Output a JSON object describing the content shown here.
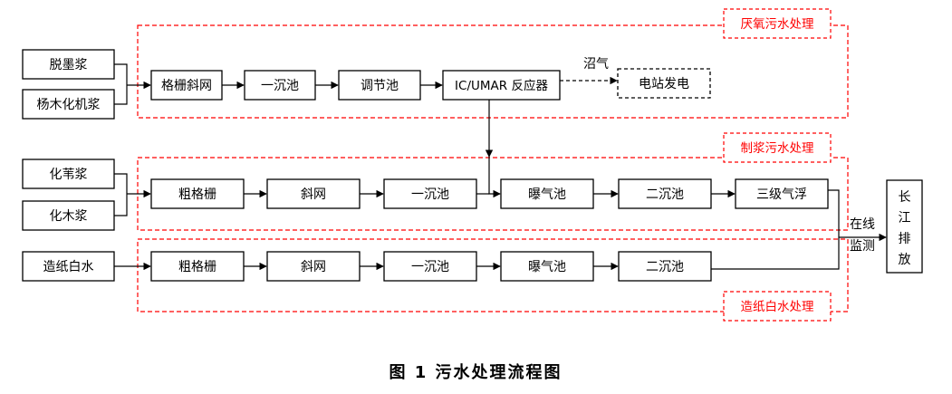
{
  "regions": {
    "anaerobic": "厌氧污水处理",
    "pulping": "制浆污水处理",
    "whitewater": "造纸白水处理"
  },
  "inputs": {
    "deinking": "脱墨浆",
    "poplar": "杨木化机浆",
    "reed": "化苇浆",
    "chem_wood": "化木浆",
    "whitewater": "造纸白水"
  },
  "anaerobic_line": {
    "screen": "格栅斜网",
    "primary": "一沉池",
    "equalization": "调节池",
    "reactor": "IC/UMAR 反应器",
    "biogas": "沼气",
    "power": "电站发电"
  },
  "pulping_line": {
    "coarse_screen": "粗格栅",
    "inclined_screen": "斜网",
    "primary": "一沉池",
    "aeration": "曝气池",
    "secondary": "二沉池",
    "flotation": "三级气浮"
  },
  "whitewater_line": {
    "coarse_screen": "粗格栅",
    "inclined_screen": "斜网",
    "primary": "一沉池",
    "aeration": "曝气池",
    "secondary": "二沉池"
  },
  "monitoring": {
    "line1": "在线",
    "line2": "监测"
  },
  "discharge": [
    "长",
    "江",
    "排",
    "放"
  ],
  "caption": "图 1  污水处理流程图"
}
